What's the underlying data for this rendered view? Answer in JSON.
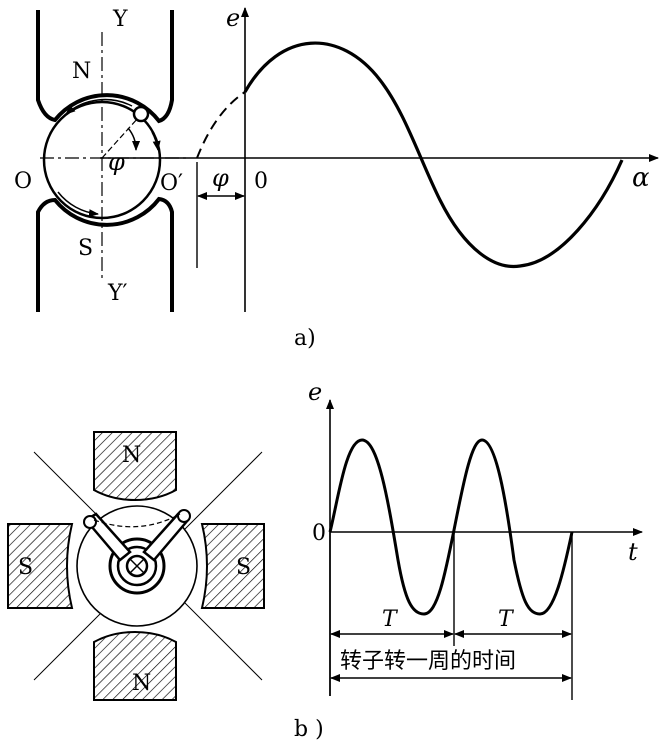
{
  "panel_a": {
    "caption": "a)",
    "pole_top": "N",
    "pole_bottom": "S",
    "label_O": "O",
    "label_O_prime": "O′",
    "label_Y": "Y",
    "label_Y_prime": "Y′",
    "phi_rotor": "φ",
    "phi_offset": "φ",
    "origin": "0",
    "axis_e": "e",
    "axis_alpha": "α"
  },
  "panel_b": {
    "caption": "b )",
    "pole_top": "N",
    "pole_bottom": "N",
    "pole_left": "S",
    "pole_right": "S",
    "axis_e": "e",
    "axis_t": "t",
    "origin": "0",
    "period_1": "T",
    "period_2": "T",
    "revolution_label": "转子转一周的时间"
  },
  "colors": {
    "ink": "#000000",
    "background": "#ffffff"
  }
}
